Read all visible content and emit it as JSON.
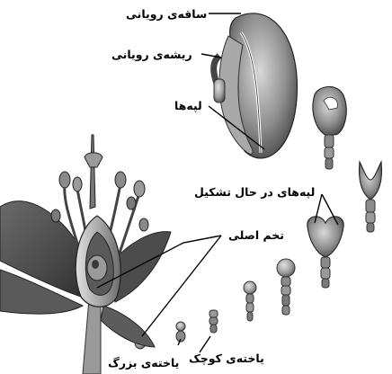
{
  "labels": {
    "shoot": "ساقه‌ی رویانی",
    "root": "ریشه‌ی رویانی",
    "cotyledons": "لپه‌ها",
    "forming_cotyledons": "لپه‌های در حال تشکیل",
    "zygote": "تخم اصلی",
    "small_cell": "یاخته‌ی کوچک",
    "large_cell": "یاخته‌ی بزرگ"
  },
  "colors": {
    "ink": "#000000",
    "shade_dark": "#3a3a3a",
    "shade_mid": "#8a8a8a",
    "shade_light": "#c8c8c8",
    "paper": "#ffffff"
  }
}
